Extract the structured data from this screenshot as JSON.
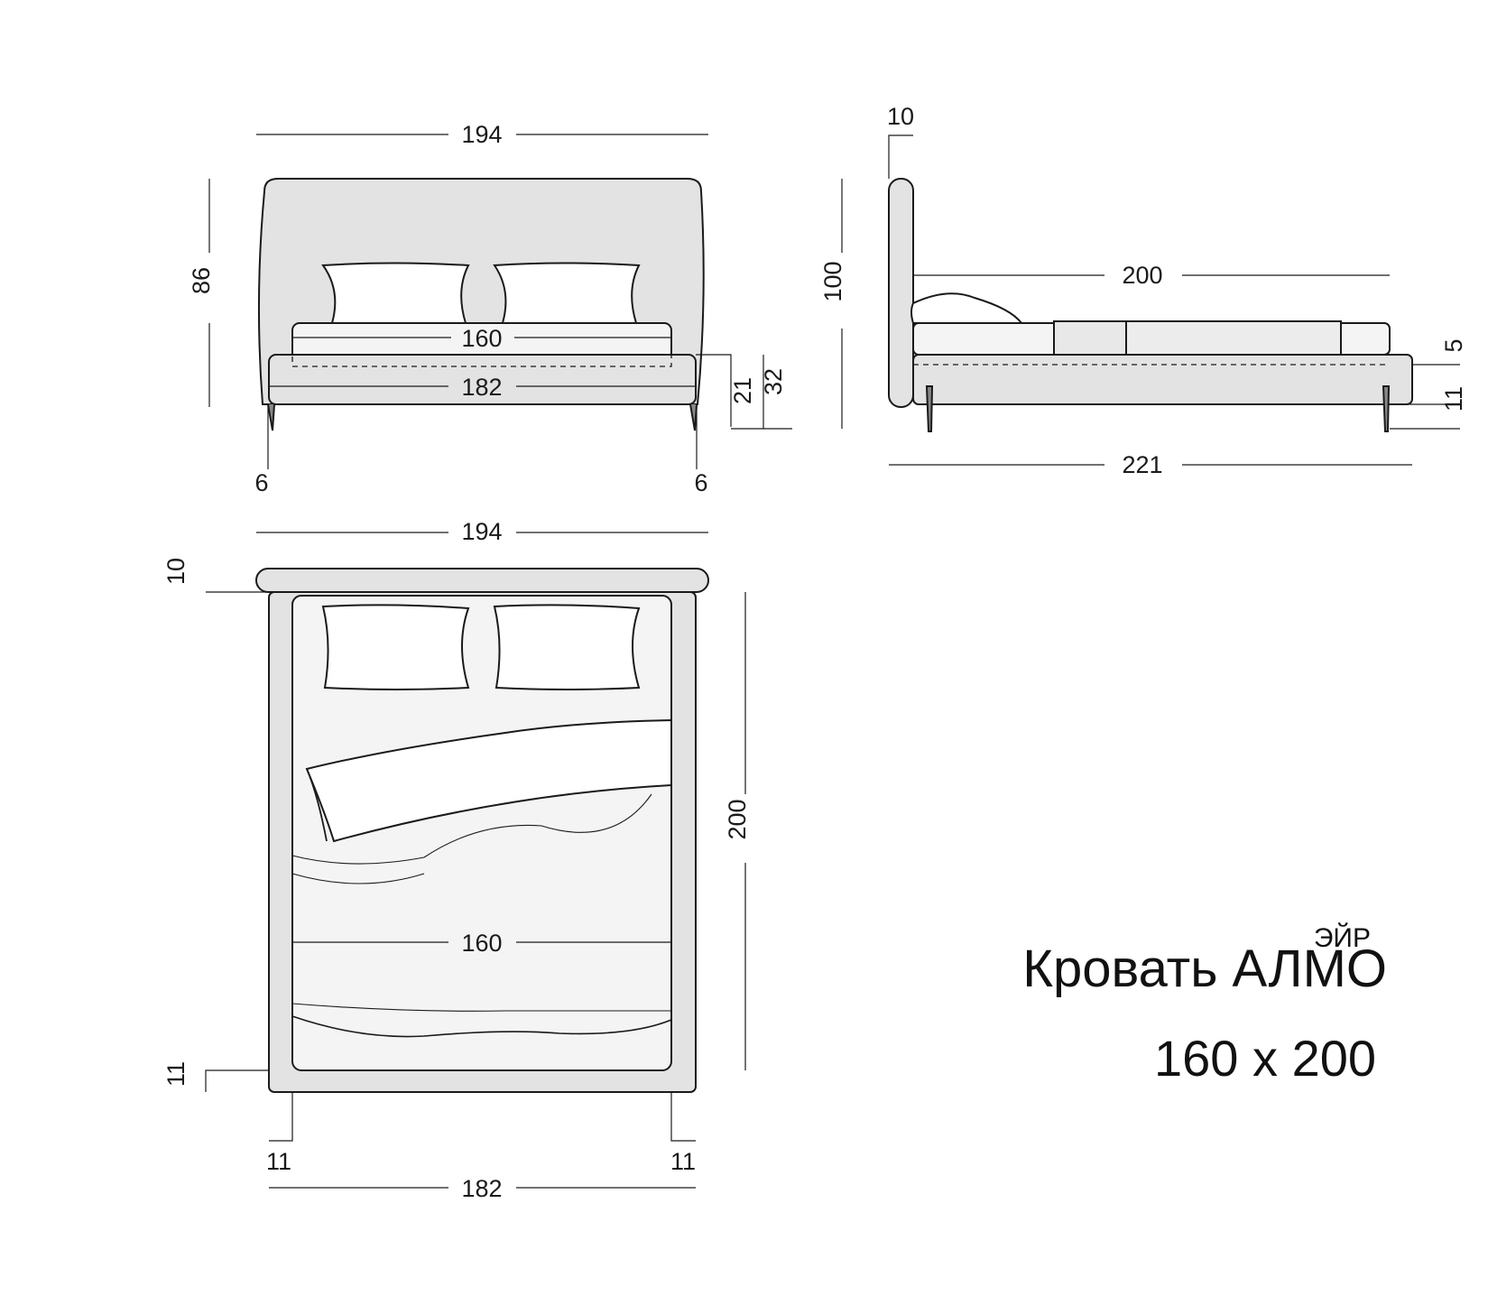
{
  "colors": {
    "line": "#1a1a1a",
    "upholstery": "#e3e3e3",
    "bedding": "#f4f4f4",
    "paper": "#ffffff"
  },
  "title": {
    "main": "Кровать АЛМО",
    "suffix": "ЭЙР",
    "size": "160 x 200"
  },
  "front_view": {
    "width_total": "194",
    "height_headboard": "86",
    "mattress_width": "160",
    "frame_width": "182",
    "frame_height": "21",
    "bed_height": "32",
    "leg_left": "6",
    "leg_right": "6"
  },
  "side_view": {
    "headboard_thickness": "10",
    "height_total": "100",
    "mattress_length": "200",
    "mattress_depth": "5",
    "leg_height": "11",
    "length_total": "221"
  },
  "top_view": {
    "width_total": "194",
    "headboard_depth": "10",
    "length": "200",
    "mattress_width": "160",
    "frame_end": "11",
    "side_left": "11",
    "side_right": "11",
    "frame_width": "182"
  }
}
